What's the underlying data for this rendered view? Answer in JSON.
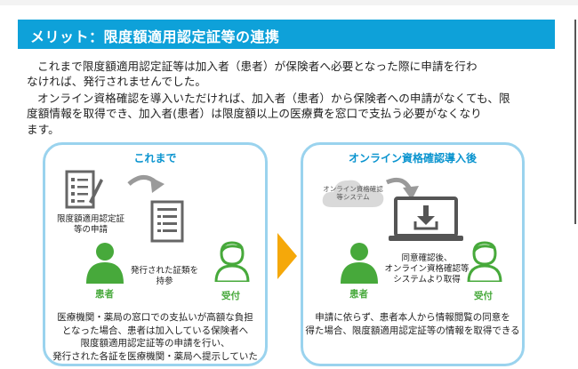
{
  "banner": {
    "title": "メリット：限度額適用認定証等の連携"
  },
  "intro": {
    "p1": [
      "これまで限度額適用認定証等は加入者（患者）が保険者へ必要となった際に申請を行わ",
      "なければ、発行されませんでした。"
    ],
    "p2": [
      "オンライン資格確認を導入いただければ、加入者（患者）から保険者への申請がなくても、限",
      "度額情報を取得でき、加入者(患者）は限度額以上の医療費を窓口で支払う必要がなくなり",
      "ます。"
    ]
  },
  "left_panel": {
    "title": "これまで",
    "form_label": [
      "限度額適用認定証",
      "等の申請"
    ],
    "issued_label": [
      "発行された証類を",
      "持参"
    ],
    "patient": "患者",
    "reception": "受付",
    "caption": [
      "医療機関・薬局の窓口での支払いが高額な負担",
      "となった場合、患者は加入している保険者へ",
      "限度額適用認定証等の申請を行い、",
      "発行された各証を医療機関・薬局へ提示していた"
    ]
  },
  "right_panel": {
    "title": "オンライン資格確認導入後",
    "cloud_label": [
      "オンライン資格確認",
      "等システム"
    ],
    "confirm_label": [
      "同意確認後、",
      "オンライン資格確認等",
      "システムより取得"
    ],
    "patient": "患者",
    "reception": "受付",
    "caption": [
      "申請に依らず、患者本人から情報閲覧の同意を",
      "得た場合、限度額適用認定証等の情報を取得できる"
    ]
  },
  "colors": {
    "banner": "#0ea1d9",
    "panel_border": "#9ad3ee",
    "accent_text": "#0a94cf",
    "person": "#47a93b",
    "arrow": "#f5a80a",
    "icon_gray": "#666666"
  }
}
